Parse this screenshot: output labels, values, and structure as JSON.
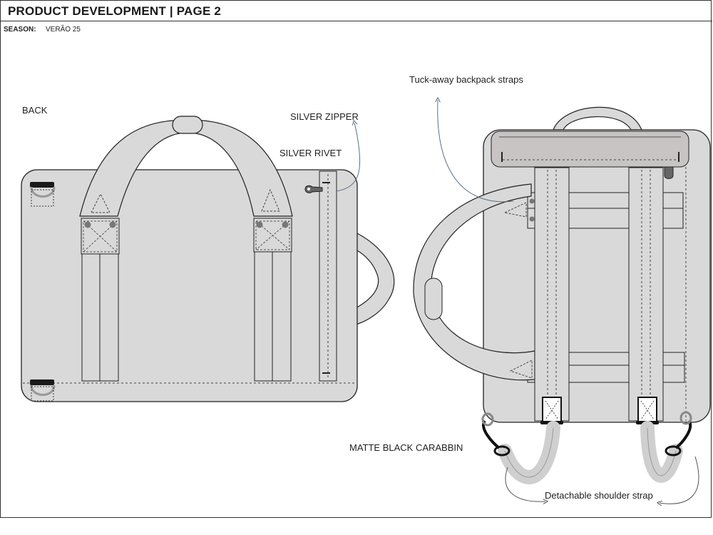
{
  "header": {
    "title": "PRODUCT DEVELOPMENT | PAGE 2"
  },
  "season": {
    "label": "SEASON:",
    "value": "VERÃO 25"
  },
  "labels": {
    "back": "BACK",
    "silver_zipper": "SILVER ZIPPER",
    "silver_rivet": "SILVER RIVET",
    "tuck_away": "Tuck-away backpack straps",
    "carabiner": "MATTE BLACK CARABBIN",
    "shoulder_strap": "Detachable shoulder strap"
  },
  "colors": {
    "bag_fill": "#d9d9d9",
    "outline": "#222222",
    "strap_fill": "#e2e2e2",
    "callout_arrow": "#5a7088",
    "hardware": "#1a1a1a"
  }
}
